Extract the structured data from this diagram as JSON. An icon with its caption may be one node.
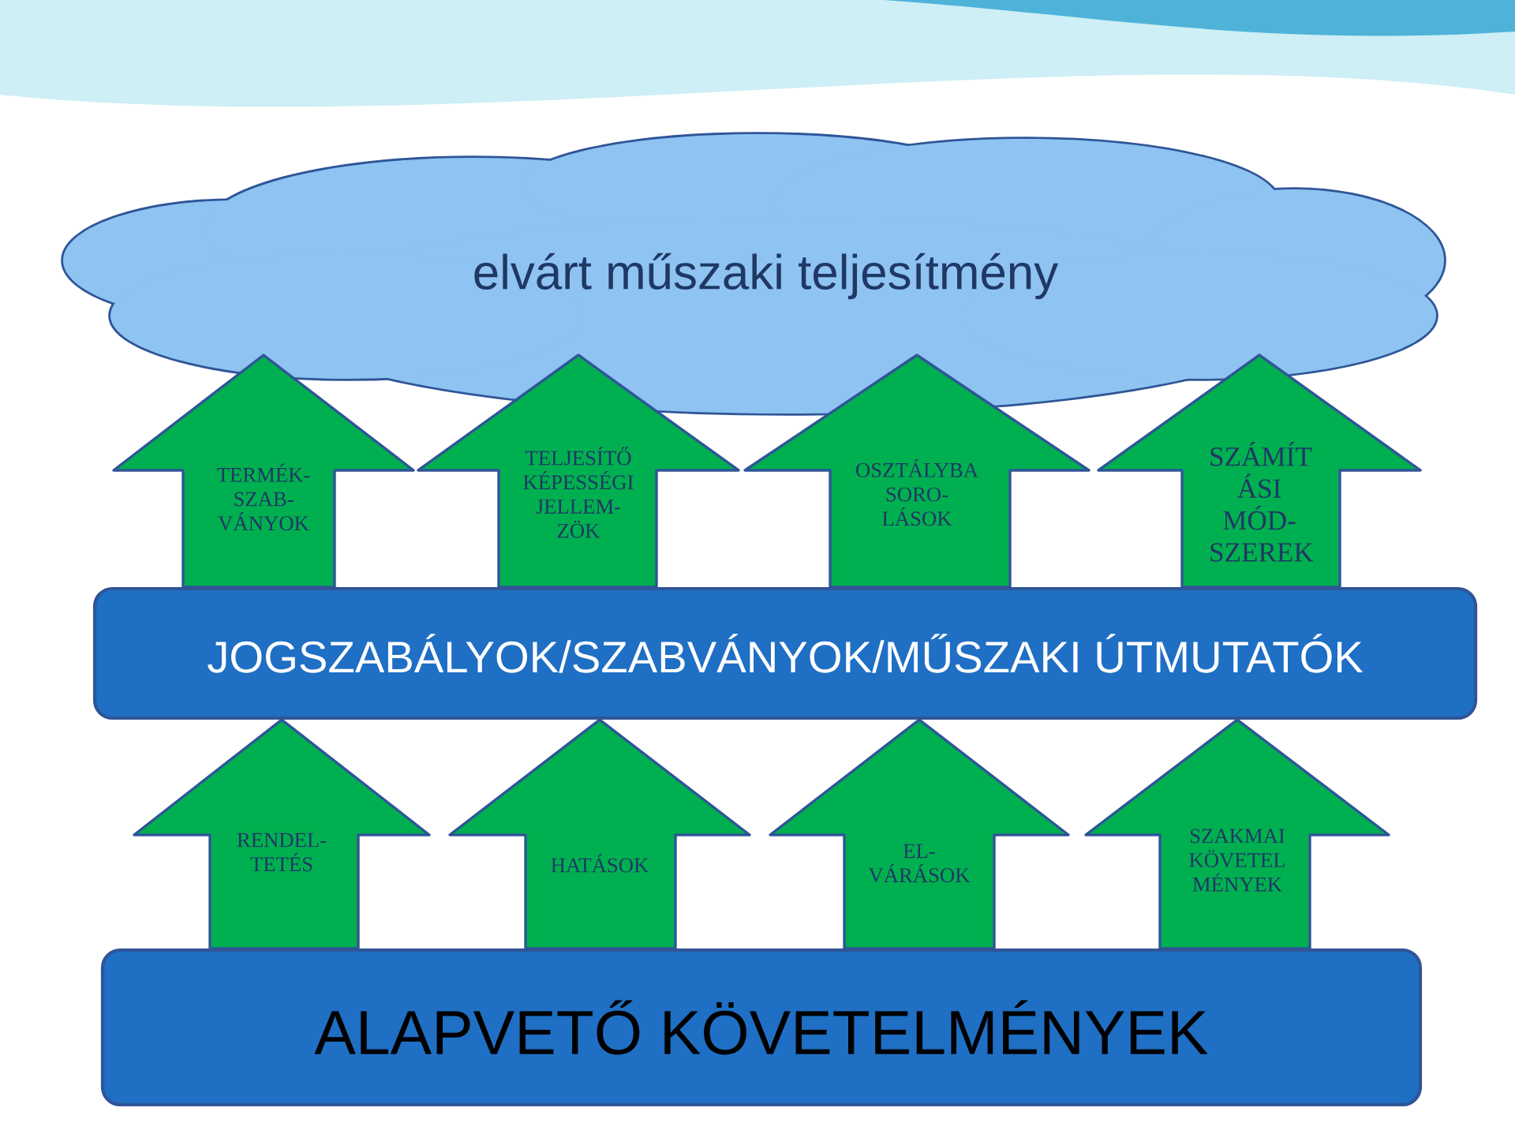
{
  "diagram": {
    "nodes": [
      {
        "text": [
          "elvárt műszaki teljesítmény"
        ]
      },
      {
        "text": [
          "JOGSZABÁLYOK/SZABVÁNYOK/MŰSZAKI ÚTMUTATÓK"
        ]
      },
      {
        "text": [
          "ALAPVETŐ KÖVETELMÉNYEK"
        ]
      }
    ],
    "edges": [
      {
        "from": 1,
        "to": 0,
        "arrow": "to",
        "label": "TERMÉK- SZAB- VÁNYOK"
      },
      {
        "from": 1,
        "to": 0,
        "arrow": "to",
        "label": "TELJESÍTŐ KÉPESSÉGI JELLEM- ZÖK"
      },
      {
        "from": 1,
        "to": 0,
        "arrow": "to",
        "label": "OSZTÁLYBA SORO- LÁSOK"
      },
      {
        "from": 1,
        "to": 0,
        "arrow": "to",
        "label": "SZÁMÍT ÁSI MÓD- SZEREK"
      },
      {
        "from": 2,
        "to": 1,
        "arrow": "to",
        "label": "RENDEL- TETÉS"
      },
      {
        "from": 2,
        "to": 1,
        "arrow": "to",
        "label": "HATÁSOK"
      },
      {
        "from": 2,
        "to": 1,
        "arrow": "to",
        "label": "EL- VÁRÁSOK"
      },
      {
        "from": 2,
        "to": 1,
        "arrow": "to",
        "label": "SZAKMAI KÖVETEL MÉNYEK"
      }
    ]
  }
}
